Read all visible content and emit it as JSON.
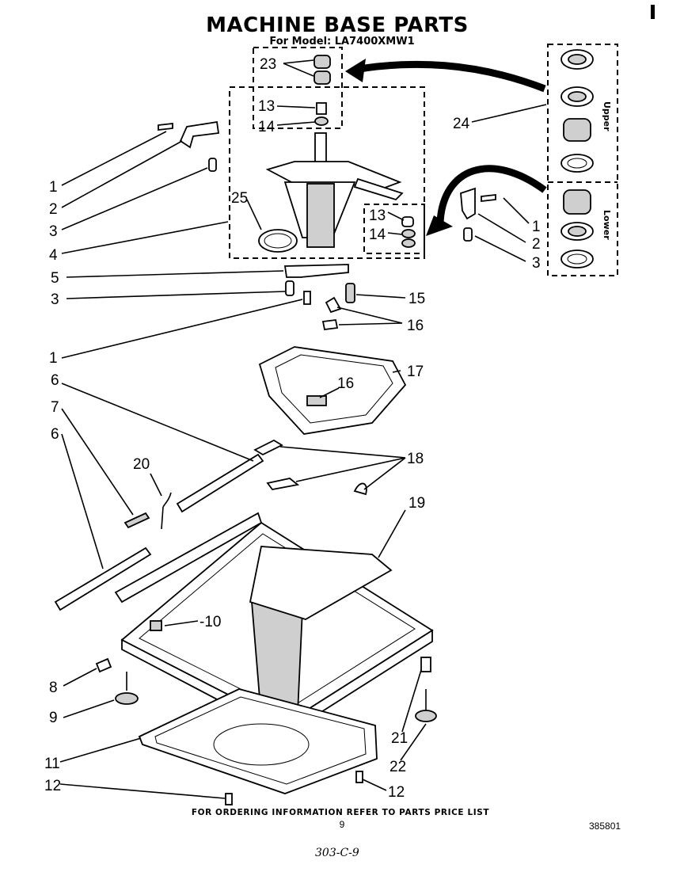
{
  "header": {
    "title": "MACHINE BASE PARTS",
    "model_line": "For Model: LA7400XMW1"
  },
  "bearing_panel": {
    "upper_label": "Upper",
    "lower_label": "Lower"
  },
  "callouts": {
    "c23": "23",
    "c13a": "13",
    "c14a": "14",
    "c24": "24",
    "c1a": "1",
    "c2a": "2",
    "c3a": "3",
    "c4": "4",
    "c25": "25",
    "c13b": "13",
    "c14b": "14",
    "c1b": "1",
    "c2b": "2",
    "c3b": "3",
    "c5": "5",
    "c3c": "3",
    "c15": "15",
    "c16a": "16",
    "c1c": "1",
    "c17": "17",
    "c16b": "16",
    "c6a": "6",
    "c7": "7",
    "c6b": "6",
    "c20": "20",
    "c18": "18",
    "c19": "19",
    "c10": "-10",
    "c8": "8",
    "c9": "9",
    "c21": "21",
    "c22": "22",
    "c11": "11",
    "c12a": "12",
    "c12b": "12"
  },
  "footer": {
    "ordering_note": "FOR ORDERING INFORMATION REFER TO PARTS PRICE LIST",
    "page_number": "9",
    "doc_number": "385801",
    "handwritten": "303-C-9"
  }
}
